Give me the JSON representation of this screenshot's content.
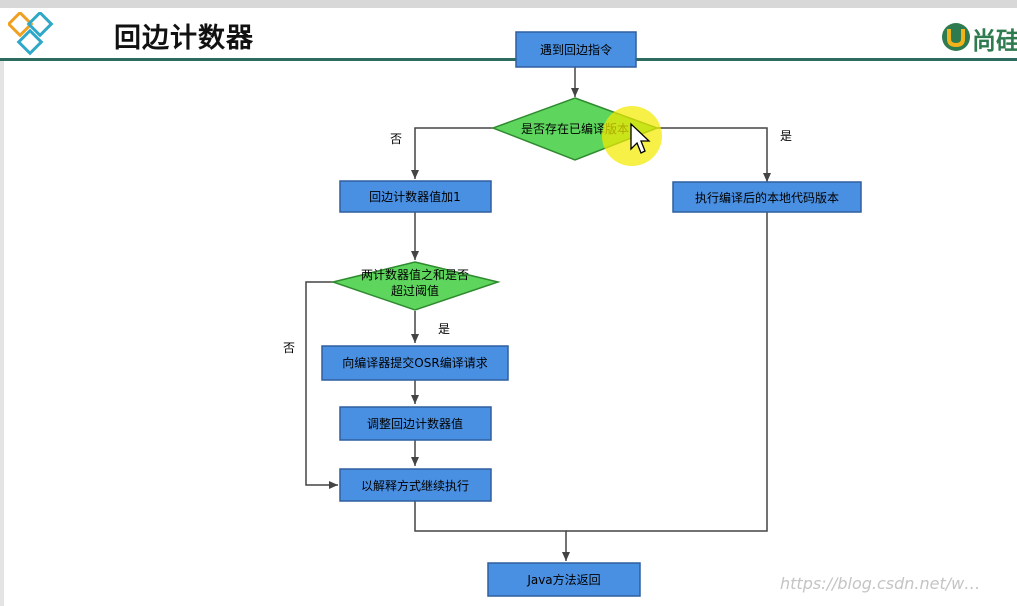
{
  "header": {
    "title": "回边计数器",
    "brand_text": "尚硅"
  },
  "flowchart": {
    "nodes": {
      "start": "遇到回边指令",
      "check_compiled": "是否存在已编译版本",
      "increment": "回边计数器值加1",
      "threshold_line1": "两计数器值之和是否",
      "threshold_line2": "超过阈值",
      "submit_osr": "向编译器提交OSR编译请求",
      "adjust": "调整回边计数器值",
      "interpret": "以解释方式继续执行",
      "run_native": "执行编译后的本地代码版本",
      "return": "Java方法返回"
    },
    "edge_labels": {
      "compiled_no": "否",
      "compiled_yes": "是",
      "threshold_yes": "是",
      "threshold_no": "否"
    }
  },
  "watermark": "https://blog.csdn.net/w…",
  "colors": {
    "box_fill": "#4a90e2",
    "box_stroke": "#2f5f9e",
    "diamond_fill": "#5ed65e",
    "diamond_stroke": "#2f8a2f",
    "arrow": "#444444",
    "header_rule": "#2e6b5f",
    "cursor_highlight": "#f2ea00"
  }
}
